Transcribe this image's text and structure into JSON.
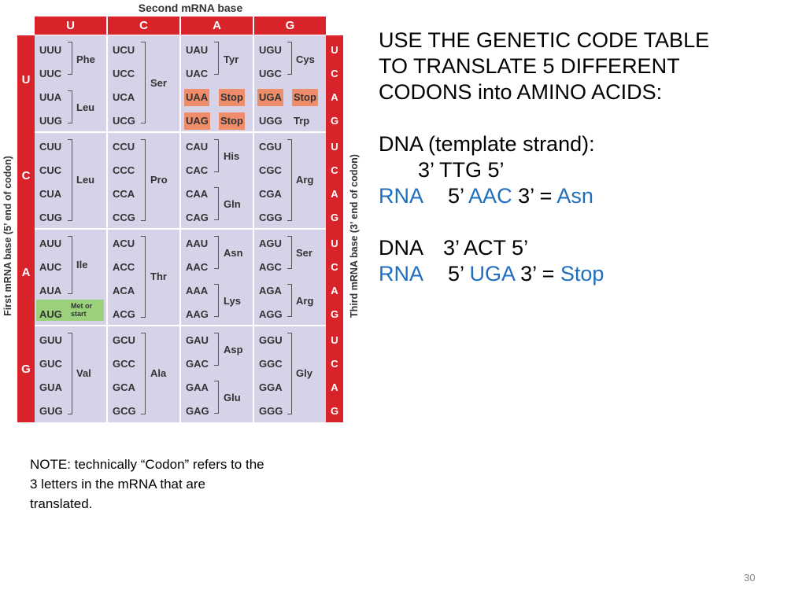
{
  "table": {
    "second_base_label": "Second mRNA base",
    "first_base_label": "First mRNA base  (5’ end of codon)",
    "third_base_label": "Third mRNA base  (3’ end of codon)",
    "columns": [
      "U",
      "C",
      "A",
      "G"
    ],
    "rows": [
      "U",
      "C",
      "A",
      "G"
    ],
    "third_bases": [
      "U",
      "C",
      "A",
      "G"
    ],
    "codons": [
      [
        "UUU",
        "UUC",
        "UUA",
        "UUG",
        "UCU",
        "UCC",
        "UCA",
        "UCG",
        "UAU",
        "UAC",
        "UAA",
        "UAG",
        "UGU",
        "UGC",
        "UGA",
        "UGG"
      ],
      [
        "CUU",
        "CUC",
        "CUA",
        "CUG",
        "CCU",
        "CCC",
        "CCA",
        "CCG",
        "CAU",
        "CAC",
        "CAA",
        "CAG",
        "CGU",
        "CGC",
        "CGA",
        "CGG"
      ],
      [
        "AUU",
        "AUC",
        "AUA",
        "AUG",
        "ACU",
        "ACC",
        "ACA",
        "ACG",
        "AAU",
        "AAC",
        "AAA",
        "AAG",
        "AGU",
        "AGC",
        "AGA",
        "AGG"
      ],
      [
        "GUU",
        "GUC",
        "GUA",
        "GUG",
        "GCU",
        "GCC",
        "GCA",
        "GCG",
        "GAU",
        "GAC",
        "GAA",
        "GAG",
        "GGU",
        "GGC",
        "GGA",
        "GGG"
      ]
    ],
    "amino_acids": {
      "phe": "Phe",
      "leu": "Leu",
      "ser": "Ser",
      "tyr": "Tyr",
      "cys": "Cys",
      "stop": "Stop",
      "trp": "Trp",
      "his": "His",
      "gln": "Gln",
      "pro": "Pro",
      "arg": "Arg",
      "ile": "Ile",
      "thr": "Thr",
      "asn": "Asn",
      "lys": "Lys",
      "met_start": [
        "Met or",
        "start"
      ],
      "val": "Val",
      "ala": "Ala",
      "asp": "Asp",
      "glu": "Glu",
      "gly": "Gly"
    },
    "colors": {
      "red": "#d8232a",
      "grid": "#d6d2e8",
      "stop": "#ef8c6a",
      "start": "#9ad17a"
    }
  },
  "instructions": {
    "line1": "USE THE GENETIC CODE TABLE",
    "line2": "TO TRANSLATE 5 DIFFERENT",
    "line3": "CODONS into AMINO ACIDS:",
    "dna_template_label": "DNA (template strand):",
    "dna1": "3’ TTG 5’",
    "rna_label": "RNA",
    "rna1_5": "5’",
    "rna1_codon": "AAC",
    "rna1_3": "3’ =",
    "rna1_aa": "Asn",
    "dna_label": "DNA",
    "dna2": "3’ ACT 5’",
    "rna2_5": "5’",
    "rna2_codon": "UGA",
    "rna2_3": "3’ =",
    "rna2_aa": "Stop",
    "blue": "#1f6fbf"
  },
  "note": "NOTE:  technically “Codon” refers to the 3 letters in the mRNA that are translated.",
  "page_number": "30"
}
